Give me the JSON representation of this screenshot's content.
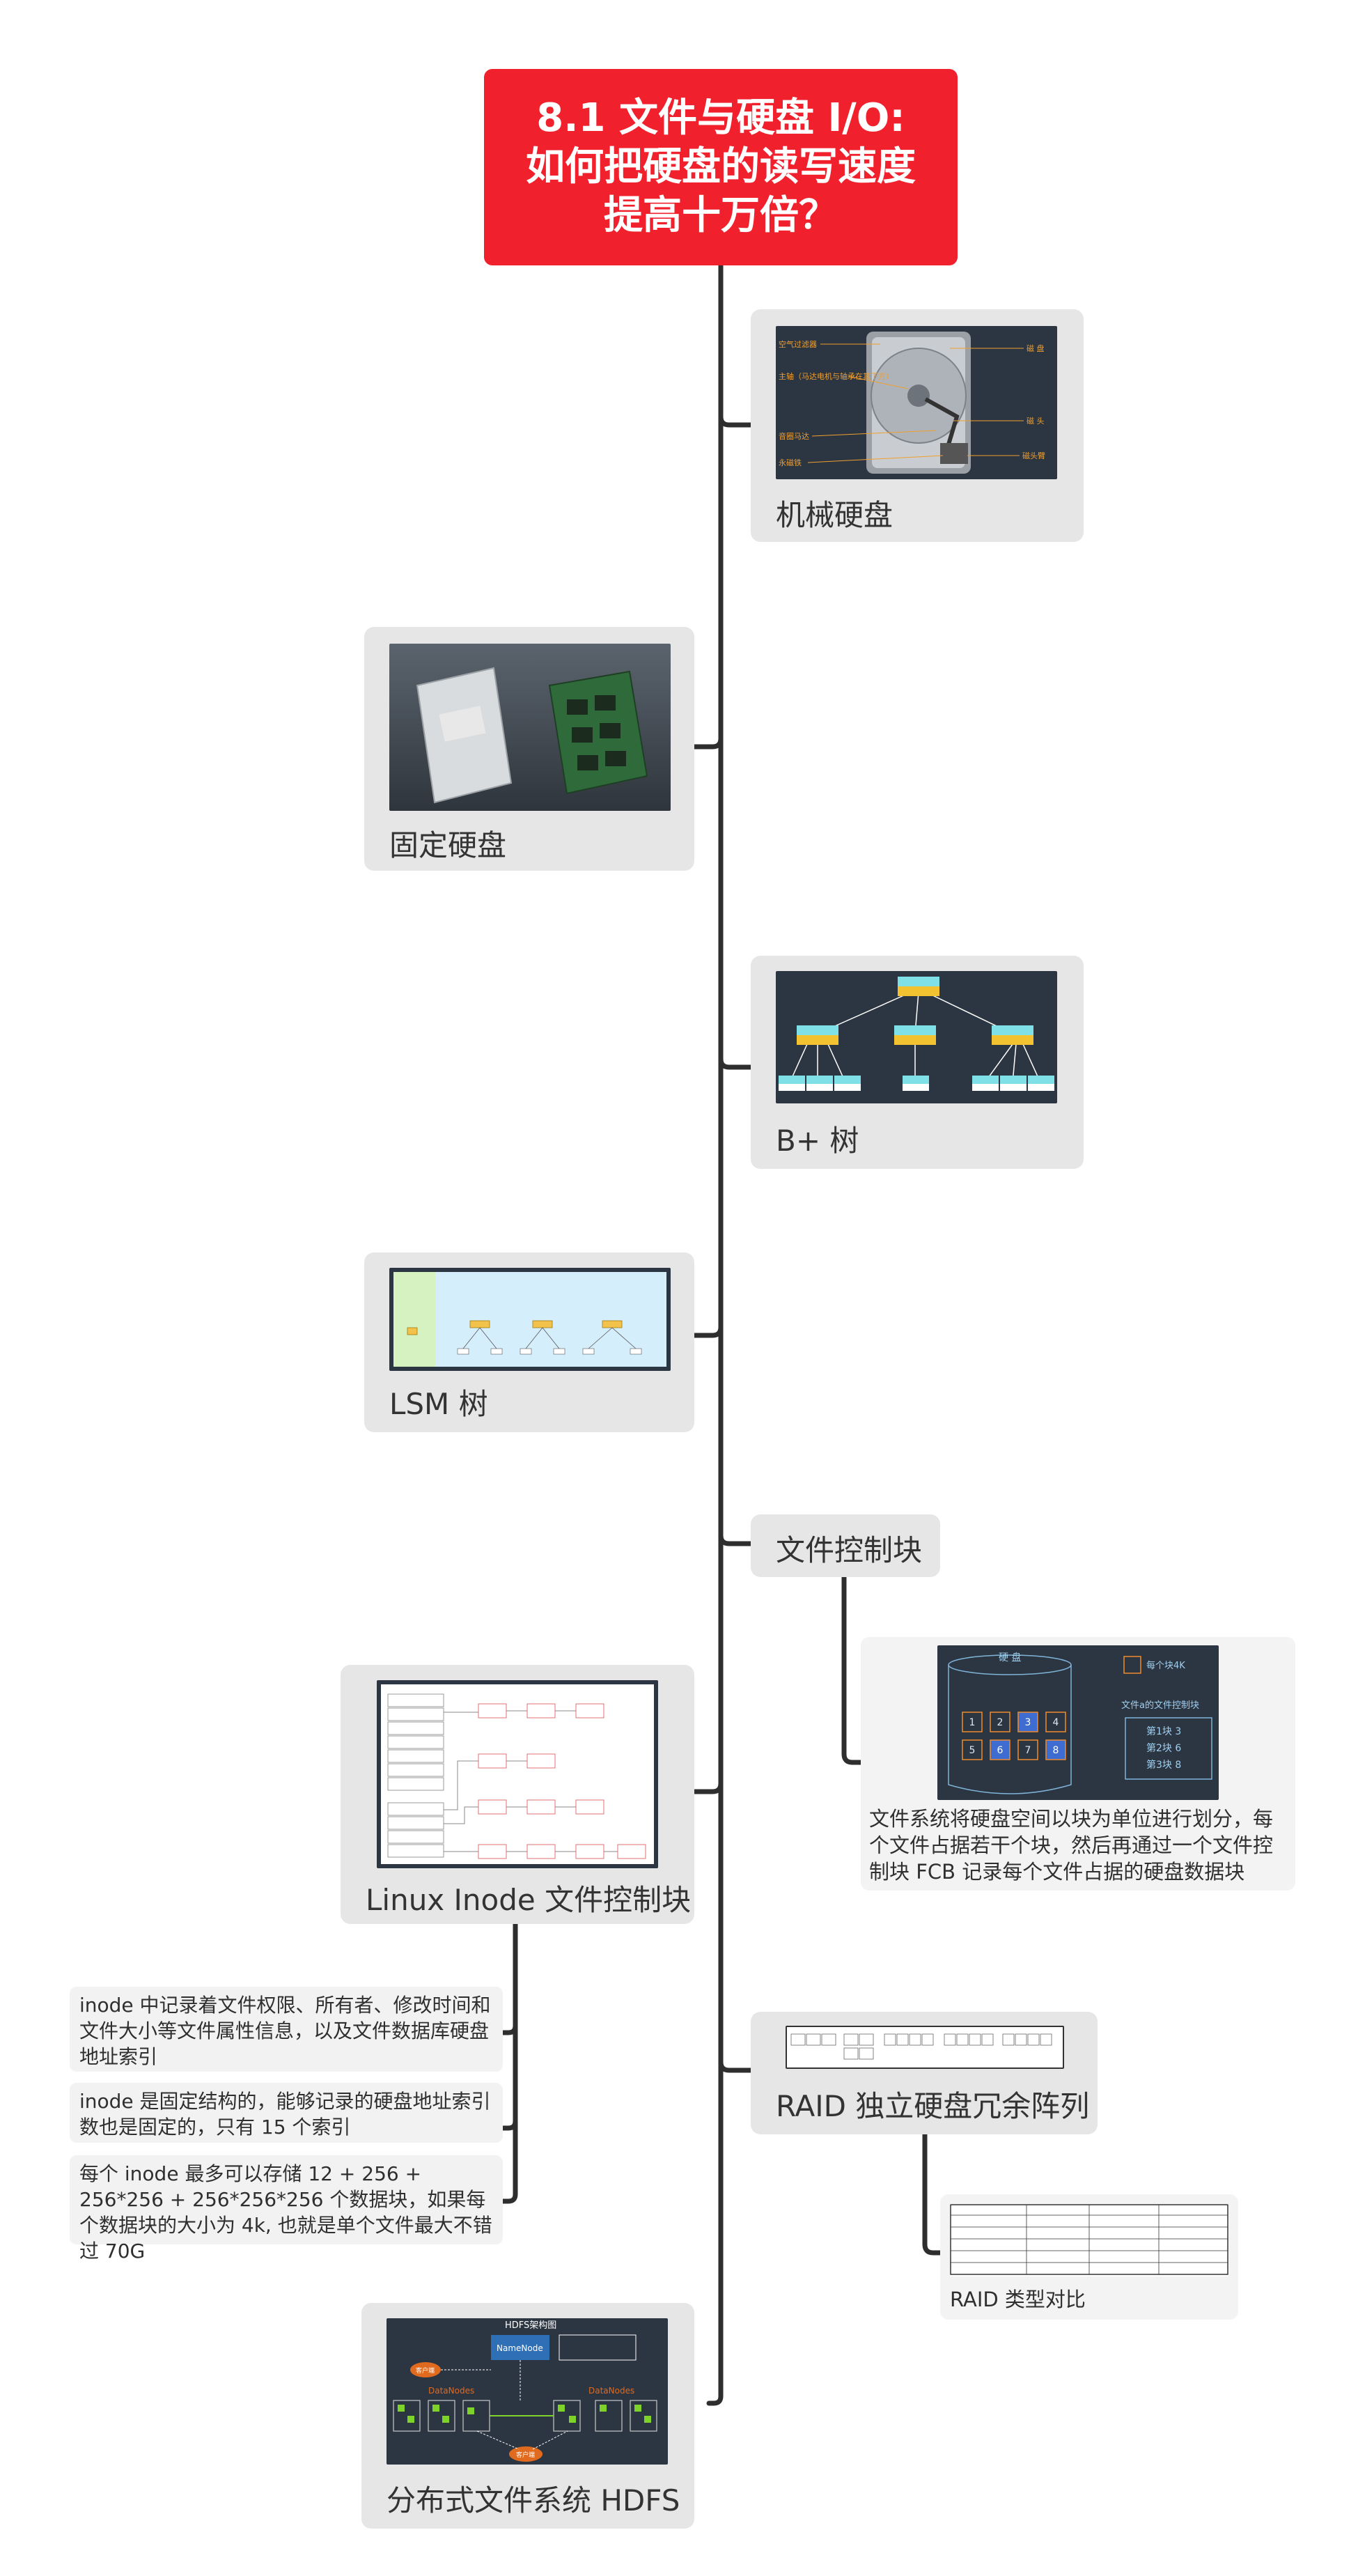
{
  "root": {
    "title": "8.1 文件与硬盘 I/O: 如何把硬盘的读写速度提高十万倍？"
  },
  "nodes": {
    "mechanical": {
      "label": "机械硬盘",
      "image_labels": {
        "left": [
          "空气过滤器",
          "主轴（马达电机与轴承在其下方）",
          "音圈马达",
          "永磁铁"
        ],
        "right": [
          "磁 盘",
          "磁 头",
          "磁头臂"
        ]
      }
    },
    "ssd": {
      "label": "固定硬盘"
    },
    "bplus": {
      "label": "B+ 树"
    },
    "lsm": {
      "label": "LSM 树"
    },
    "fcb": {
      "label": "文件控制块",
      "image": {
        "title": "硬 盘",
        "legend": "每个块4K",
        "file_title": "文件a的文件控制块",
        "blocks": [
          "1",
          "2",
          "3",
          "4",
          "5",
          "6",
          "7",
          "8"
        ],
        "entries": [
          "第1块 3",
          "第2块 6",
          "第3块 8"
        ]
      },
      "note": "文件系统将硬盘空间以块为单位进行划分，每个文件占据若干个块，然后再通过一个文件控制块 FCB 记录每个文件占据的硬盘数据块"
    },
    "inode": {
      "label": "Linux Inode 文件控制块",
      "notes": [
        "inode 中记录着文件权限、所有者、修改时间和文件大小等文件属性信息，以及文件数据库硬盘地址索引",
        "inode 是固定结构的，能够记录的硬盘地址索引数也是固定的，只有 15 个索引",
        "每个 inode 最多可以存储 12 + 256 + 256*256 + 256*256*256 个数据块，如果每个数据块的大小为 4k, 也就是单个文件最大不错过 70G"
      ]
    },
    "raid": {
      "label": "RAID 独立硬盘冗余阵列",
      "child_label": "RAID 类型对比"
    },
    "hdfs": {
      "label": "分布式文件系统 HDFS",
      "image": {
        "title": "HDFS架构图",
        "namenode": "NameNode",
        "datanodes_left": "DataNodes",
        "datanodes_right": "DataNodes",
        "client": "客户端"
      }
    }
  }
}
